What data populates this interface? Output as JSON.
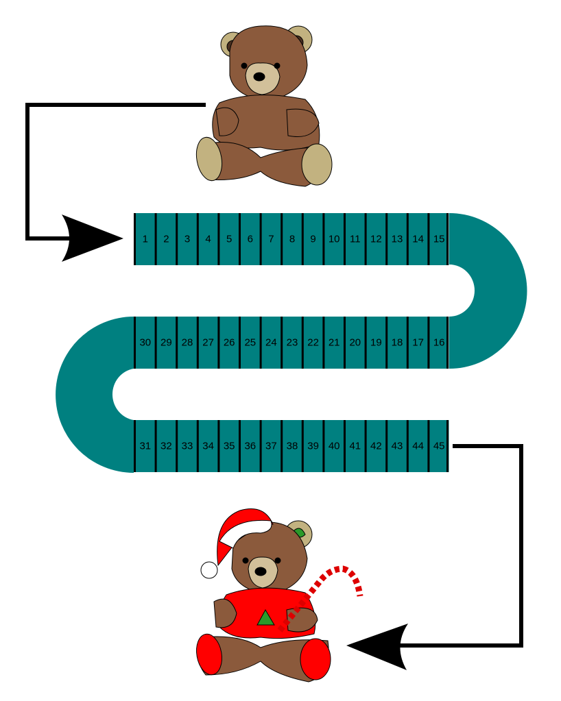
{
  "board": {
    "rows": [
      {
        "cells": [
          "1",
          "2",
          "3",
          "4",
          "5",
          "6",
          "7",
          "8",
          "9",
          "10",
          "11",
          "12",
          "13",
          "14",
          "15"
        ]
      },
      {
        "cells": [
          "30",
          "29",
          "28",
          "27",
          "26",
          "25",
          "24",
          "23",
          "22",
          "21",
          "20",
          "19",
          "18",
          "17",
          "16"
        ]
      },
      {
        "cells": [
          "31",
          "32",
          "33",
          "34",
          "35",
          "36",
          "37",
          "38",
          "39",
          "40",
          "41",
          "42",
          "43",
          "44",
          "45"
        ]
      }
    ]
  },
  "colors": {
    "track": "#008080",
    "divider": "#000000",
    "bear_fur": "#8b5a3c",
    "bear_light": "#c2b280",
    "santa_red": "#ff0000"
  },
  "icons": {
    "start": "teddy-bear",
    "finish": "christmas-teddy-bear"
  }
}
